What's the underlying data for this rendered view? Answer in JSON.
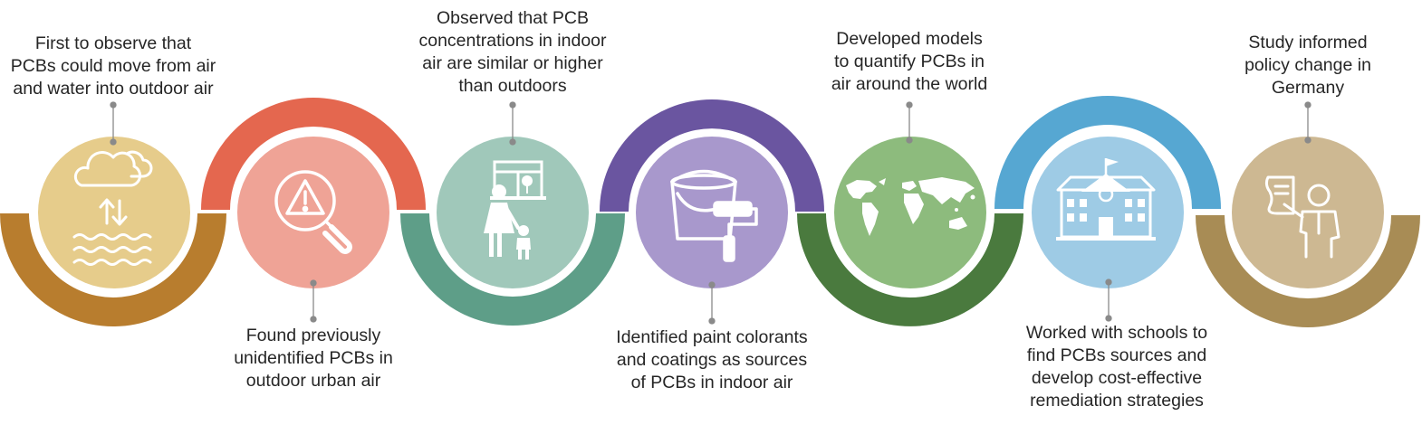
{
  "milestones": [
    {
      "label": "First to observe that\nPCBs could move from air\nand water into outdoor air",
      "icon": "cloud-water-exchange-icon",
      "arc_color": "#B87D2E",
      "circle_color": "#E6CC8B"
    },
    {
      "label": "Found previously\nunidentified PCBs in\noutdoor urban air",
      "icon": "magnifier-warning-icon",
      "arc_color": "#E4674F",
      "circle_color": "#EFA396"
    },
    {
      "label": "Observed that PCB\nconcentrations in indoor\nair are similar or higher\nthan outdoors",
      "icon": "indoor-family-icon",
      "arc_color": "#5E9E88",
      "circle_color": "#A0C8BA"
    },
    {
      "label": "Identified paint colorants\nand coatings as sources\nof PCBs in indoor air",
      "icon": "paint-bucket-roller-icon",
      "arc_color": "#6A55A0",
      "circle_color": "#A898CC"
    },
    {
      "label": "Developed models\nto quantify PCBs in\nair around the world",
      "icon": "world-map-icon",
      "arc_color": "#4A7A3E",
      "circle_color": "#8DBB7D"
    },
    {
      "label": "Worked with schools to\nfind PCBs sources and\ndevelop cost-effective\nremediation strategies",
      "icon": "school-building-icon",
      "arc_color": "#56A7D2",
      "circle_color": "#9ECBE5"
    },
    {
      "label": "Study informed\npolicy change in\nGermany",
      "icon": "presenter-policy-icon",
      "arc_color": "#A88C55",
      "circle_color": "#CDB892"
    }
  ]
}
